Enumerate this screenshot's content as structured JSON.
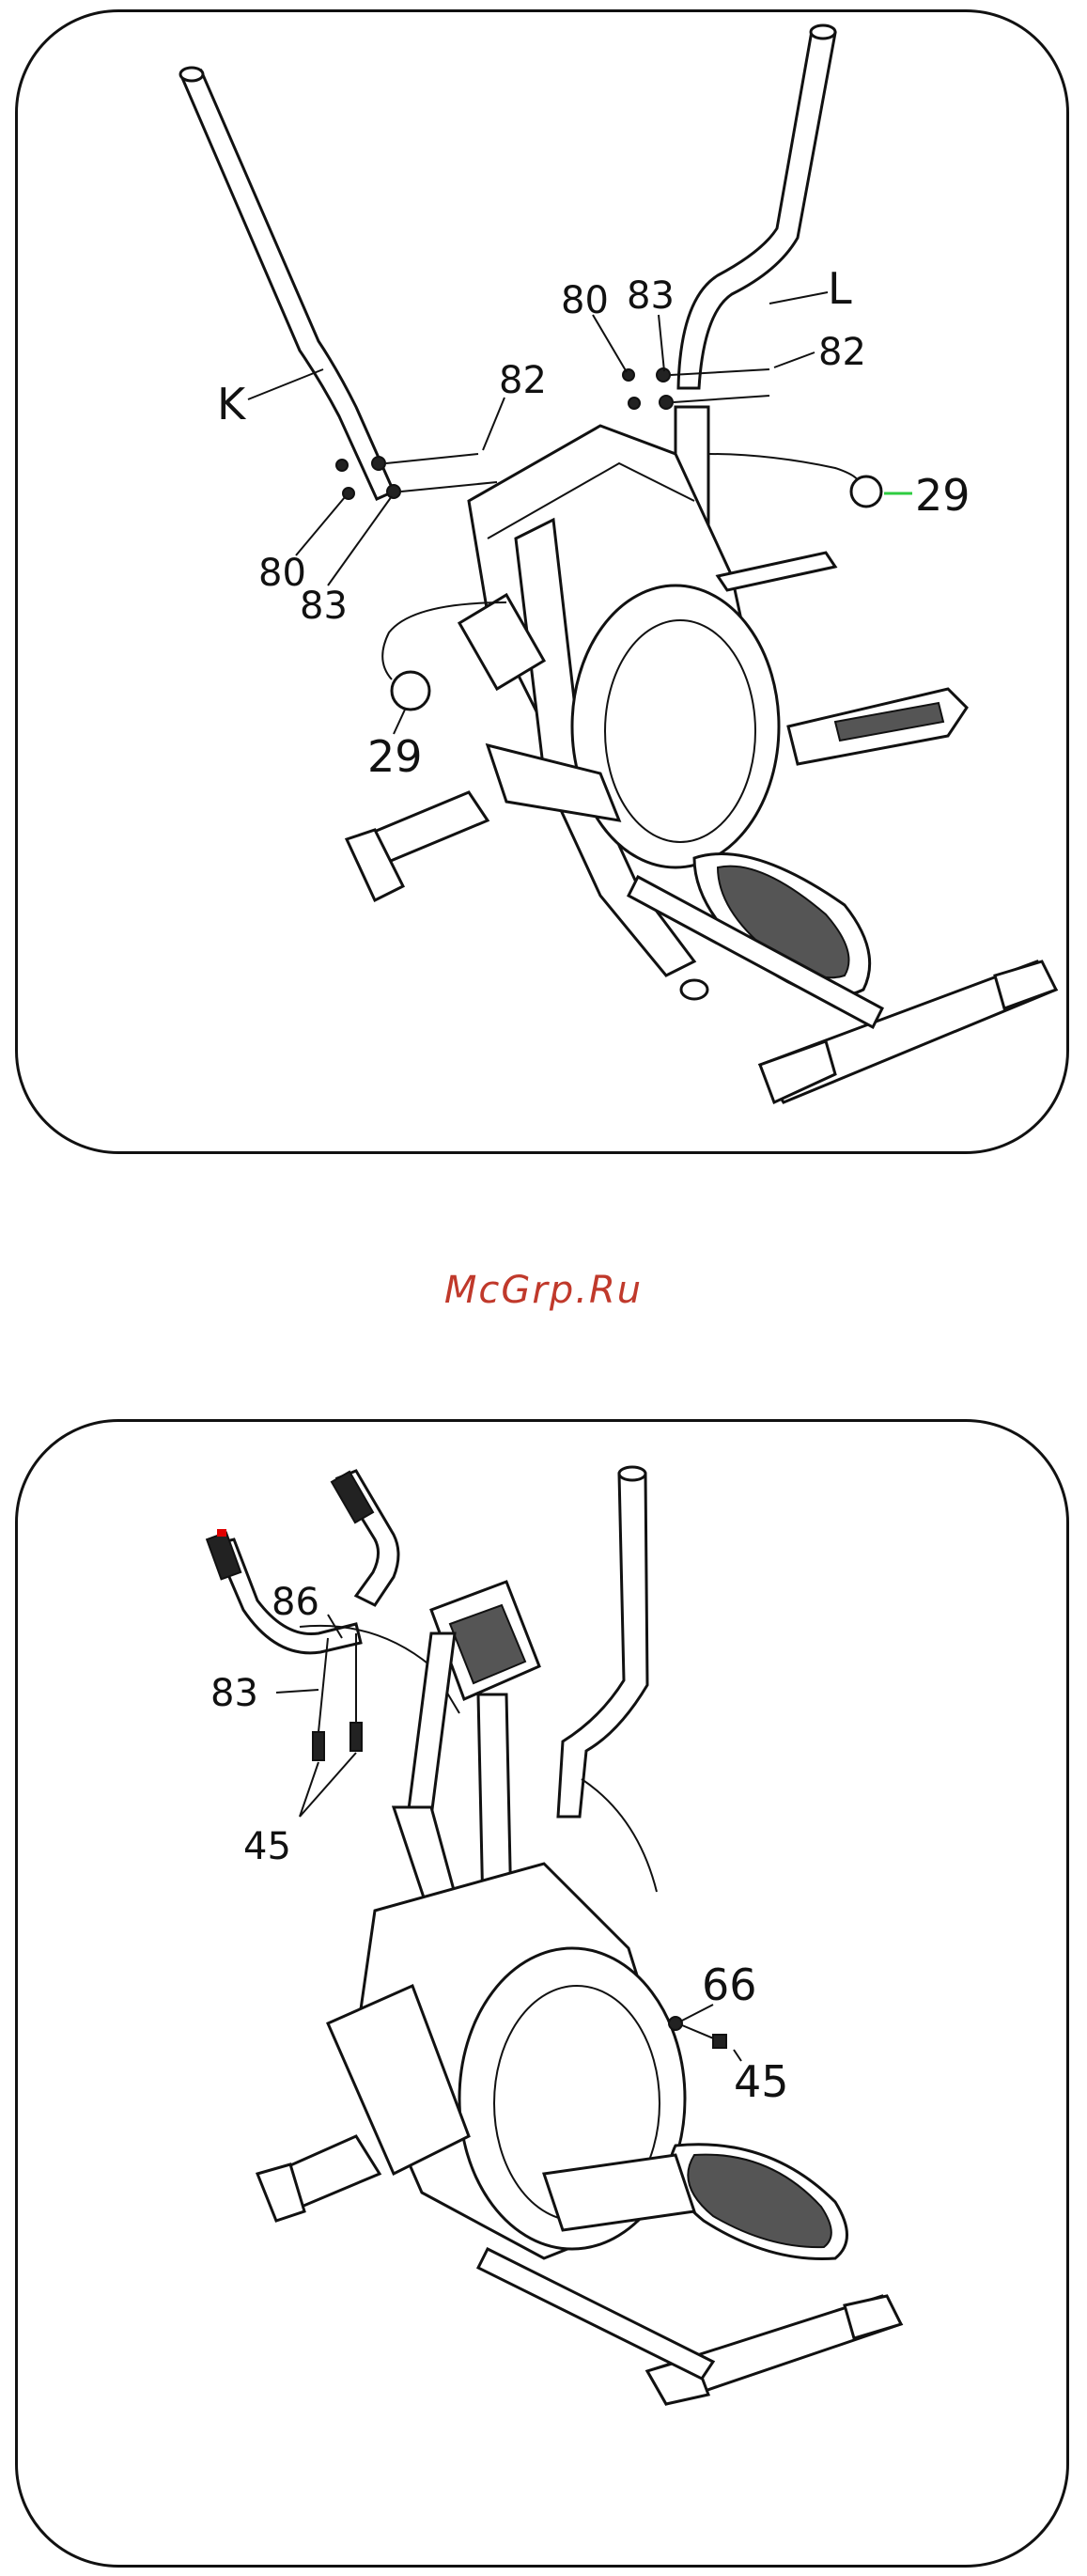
{
  "watermark": {
    "text": "McGrp.Ru",
    "color": "#c0392b"
  },
  "top_diagram": {
    "labels": {
      "k": "K",
      "l": "L",
      "p80_right": "80",
      "p83_right": "83",
      "p82_right": "82",
      "p82_left": "82",
      "p80_left": "80",
      "p83_left": "83",
      "p29_right": "29",
      "p29_left": "29"
    },
    "leader_colors": {
      "default": "#111111",
      "highlight": "#2ecc40"
    }
  },
  "bottom_diagram": {
    "labels": {
      "p86": "86",
      "p83": "83",
      "p45_left": "45",
      "p66": "66",
      "p45_right": "45"
    },
    "marker_color": "#e00000"
  }
}
